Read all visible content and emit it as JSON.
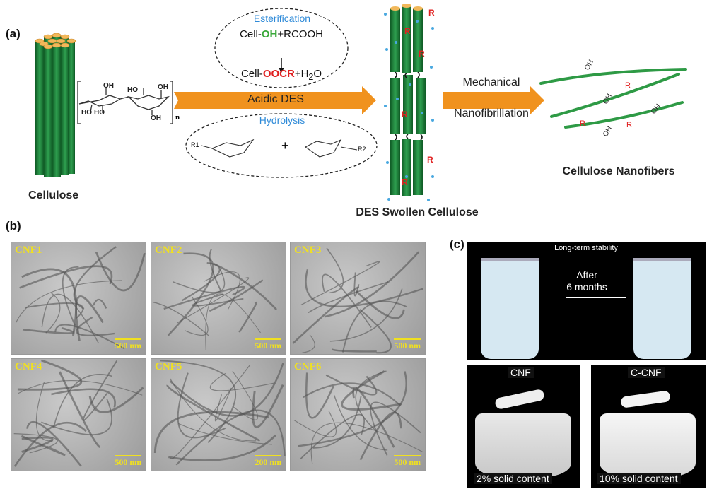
{
  "panel_a": {
    "label": "(a)",
    "cellulose_label": "Cellulose",
    "repeat_n": "n",
    "esterification": {
      "title": "Esterification",
      "reactant_prefix": "Cell-",
      "reactant_oh": "OH",
      "reactant_suffix": "+RCOOH",
      "product_prefix": "Cell-",
      "product_ester": "OOCR",
      "product_suffix": "+H",
      "product_sub": "2",
      "product_end": "O"
    },
    "arrow1_label": "Acidic DES",
    "hydrolysis": {
      "title": "Hydrolysis",
      "r1": "R1",
      "r2": "R2",
      "plus": "+"
    },
    "swollen_label": "DES Swollen Cellulose",
    "r_group": "R",
    "arrow2_top": "Mechanical",
    "arrow2_bottom": "Nanofibrillation",
    "nanofiber_label": "Cellulose Nanofibers",
    "oh": "OH"
  },
  "panel_b": {
    "label": "(b)",
    "images": [
      {
        "tag": "CNF1",
        "scale": "500 nm"
      },
      {
        "tag": "CNF2",
        "scale": "500 nm"
      },
      {
        "tag": "CNF3",
        "scale": "500 nm"
      },
      {
        "tag": "CNF4",
        "scale": "500 nm"
      },
      {
        "tag": "CNF5",
        "scale": "200 nm"
      },
      {
        "tag": "CNF6",
        "scale": "500 nm"
      }
    ]
  },
  "panel_c": {
    "label": "(c)",
    "stability_title": "Long-term stability",
    "after_line1": "After",
    "after_line2": "6 months",
    "photos": [
      {
        "name": "CNF",
        "caption": "2% solid content"
      },
      {
        "name": "C-CNF",
        "caption": "10% solid content"
      }
    ]
  },
  "colors": {
    "orange": "#f0921e",
    "green": "#2e9a45",
    "red": "#e02020",
    "blue": "#2e8ad8"
  }
}
